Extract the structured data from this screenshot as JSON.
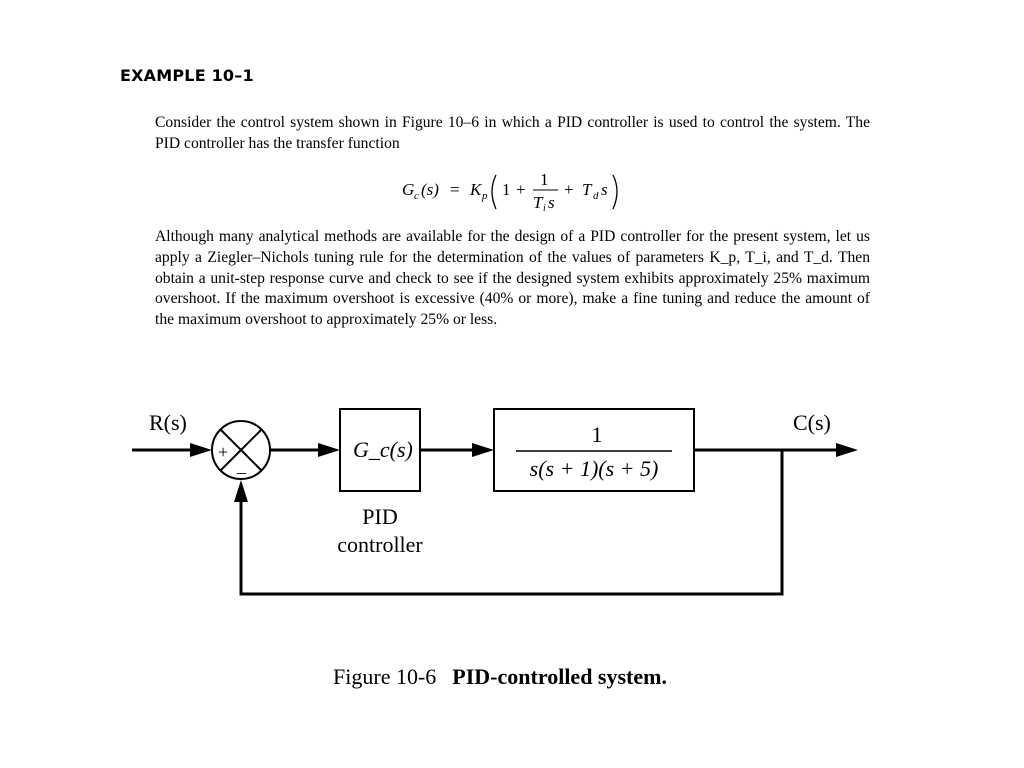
{
  "example_heading": "EXAMPLE 10–1",
  "paragraph_1": "Consider the control system shown in Figure 10–6 in which a PID controller is used to control the system. The PID controller has the transfer function",
  "equation": {
    "lhs": "G",
    "lhs_sub": "c",
    "lhs_arg": "(s)",
    "equals": "=",
    "gain": "K",
    "gain_sub": "p",
    "one": "1",
    "plus1": "+",
    "frac_num": "1",
    "frac_den": "T",
    "frac_den_sub": "i",
    "frac_den_s": "s",
    "plus2": "+",
    "deriv": "T",
    "deriv_sub": "d",
    "deriv_s": "s"
  },
  "paragraph_2": "Although many analytical methods are available for the design of a PID controller for the present system, let us apply a Ziegler–Nichols tuning rule for the determination of the values of parameters K_p, T_i, and T_d. Then obtain a unit-step response curve and check to see if the designed system exhibits approximately 25% maximum overshoot. If the maximum overshoot is excessive (40% or more), make a fine tuning and reduce the amount of the maximum overshoot to approximately 25% or less.",
  "diagram": {
    "input_label": "R(s)",
    "output_label": "C(s)",
    "sum_plus": "+",
    "sum_minus": "–",
    "controller_block": "G_c(s)",
    "controller_caption_line1": "PID",
    "controller_caption_line2": "controller",
    "plant_numerator": "1",
    "plant_denominator": "s(s + 1)(s + 5)"
  },
  "figure_caption": {
    "number": "Figure 10-6",
    "title": "PID-controlled system."
  }
}
